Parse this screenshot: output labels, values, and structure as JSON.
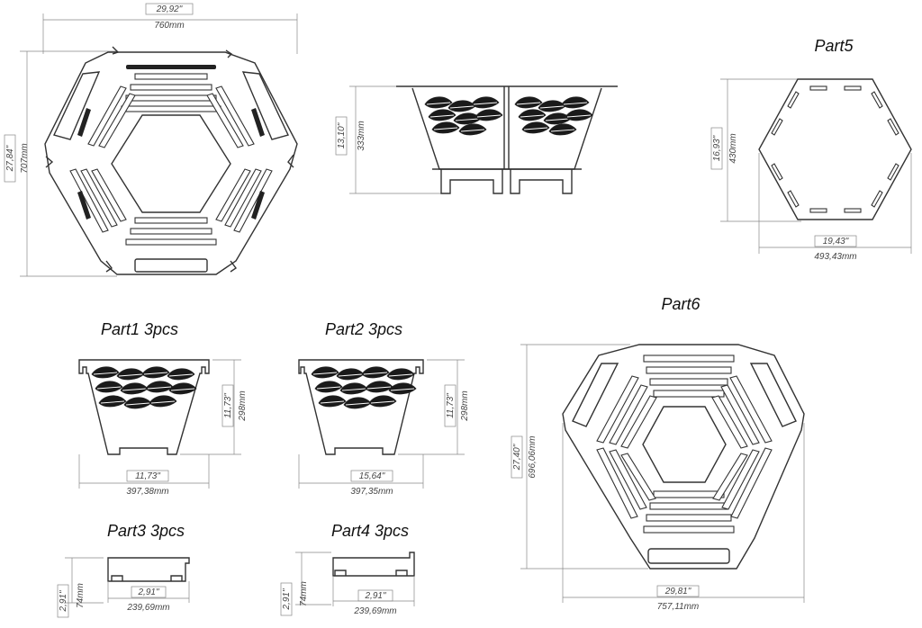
{
  "top_view": {
    "width_in": "29,92\"",
    "width_mm": "760mm",
    "height_in": "27,84\"",
    "height_mm": "707mm"
  },
  "side_view": {
    "height_in": "13,10\"",
    "height_mm": "333mm"
  },
  "part5": {
    "title": "Part5",
    "width_in": "19,43\"",
    "width_mm": "493,43mm",
    "height_in": "16,93\"",
    "height_mm": "430mm"
  },
  "part6": {
    "title": "Part6",
    "width_in": "29,81\"",
    "width_mm": "757,11mm",
    "height_in": "27,40\"",
    "height_mm": "696,06mm"
  },
  "part1": {
    "title": "Part1 3pcs",
    "width_in": "11,73\"",
    "width_mm": "397,38mm",
    "height_in": "11,73\"",
    "height_mm": "298mm"
  },
  "part2": {
    "title": "Part2 3pcs",
    "width_in": "15,64\"",
    "width_mm": "397,35mm",
    "height_in": "11,73\"",
    "height_mm": "298mm"
  },
  "part3": {
    "title": "Part3 3pcs",
    "width_in": "2,91\"",
    "width_mm": "239,69mm",
    "height_in": "2,91\"",
    "height_mm": "74mm"
  },
  "part4": {
    "title": "Part4 3pcs",
    "width_in": "2,91\"",
    "width_mm": "239,69mm",
    "height_in": "2,91\"",
    "height_mm": "74mm"
  }
}
